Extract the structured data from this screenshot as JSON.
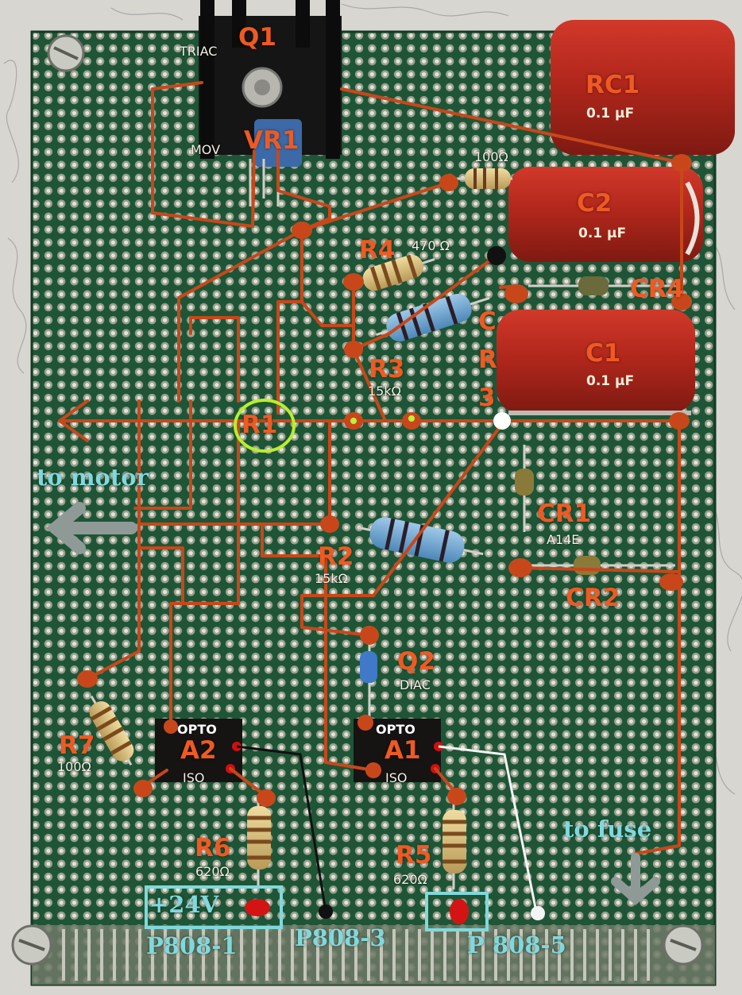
{
  "labels": {
    "q1": "Q1",
    "triac": "TRIAC",
    "vr1": "VR1",
    "mov": "MOV",
    "rc1": "RC1",
    "rc1_value": "0.1 µF",
    "c2": "C2",
    "c2_value": "0.1 µF",
    "c1": "C1",
    "c1_value": "0.1 µF",
    "r_100": "100Ω",
    "r4": "R4",
    "r4_value": "470 Ω",
    "cr4": "CR4",
    "cr3_c": "C",
    "cr3_r": "R",
    "cr3_3": "3",
    "r3": "R3",
    "r3_value": "15kΩ",
    "r1": "R1",
    "to_motor": "to motor",
    "cr1": "CR1",
    "cr1_part": "A14E",
    "r2": "R2",
    "r2_value": "15kΩ",
    "cr2": "CR2",
    "q2": "Q2",
    "diac": "DIAC",
    "r7": "R7",
    "r7_value": "100Ω",
    "a2_opto": "OPTO",
    "a2": "A2",
    "a2_iso": "ISO",
    "a1_opto": "OPTO",
    "a1": "A1",
    "a1_iso": "ISO",
    "to_fuse": "to fuse",
    "r6": "R6",
    "r6_value": "620Ω",
    "r5": "R5",
    "r5_value": "620Ω",
    "plus24v": "+24V",
    "p808_1": "P808-1",
    "p808_3": "P808-3",
    "p808_5_p": "P",
    "p808_5": "808-5"
  },
  "colors": {
    "board": "#1f5a3a",
    "trace": "#c8471a",
    "label": "#ee5a22",
    "annotation": "#7fd9dc",
    "capacitor": "#b8261c"
  }
}
